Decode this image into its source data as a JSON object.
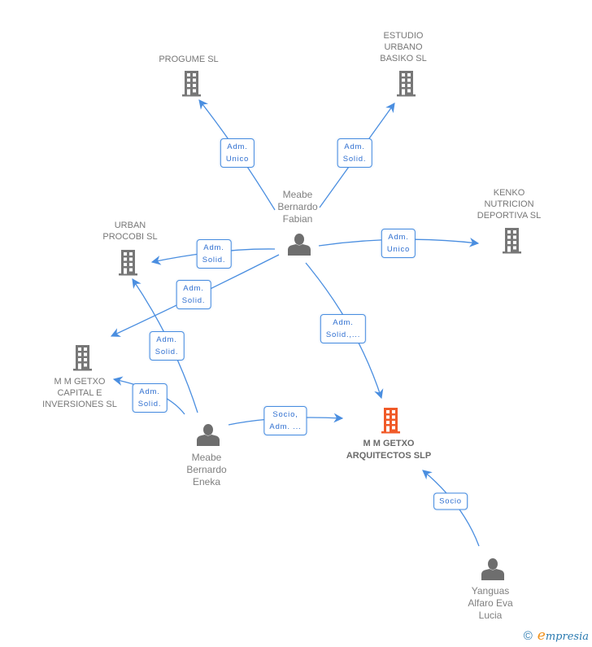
{
  "colors": {
    "edge": "#4a8ee0",
    "company_icon": "#777777",
    "main_company_icon": "#f05a28",
    "person_icon": "#6e6e6e",
    "label_text": "#2f6fd0"
  },
  "nodes": [
    {
      "id": "progume",
      "type": "company",
      "label": "PROGUME SL"
    },
    {
      "id": "estudio",
      "type": "company",
      "label": "ESTUDIO\nURBANO\nBASIKO SL"
    },
    {
      "id": "kenko",
      "type": "company",
      "label": "KENKO\nNUTRICION\nDEPORTIVA  SL"
    },
    {
      "id": "urban",
      "type": "company",
      "label": "URBAN\nPROCOBI SL"
    },
    {
      "id": "capital",
      "type": "company",
      "label": "M M GETXO\nCAPITAL E\nINVERSIONES SL"
    },
    {
      "id": "main",
      "type": "main-company",
      "label": "M M GETXO\nARQUITECTOS SLP"
    },
    {
      "id": "fabian",
      "type": "person",
      "label": "Meabe\nBernardo\nFabian"
    },
    {
      "id": "eneka",
      "type": "person",
      "label": "Meabe\nBernardo\nEneka"
    },
    {
      "id": "yanguas",
      "type": "person",
      "label": "Yanguas\nAlfaro Eva\nLucia"
    }
  ],
  "edges": [
    {
      "from": "fabian",
      "to": "progume",
      "label": "Adm.\nUnico"
    },
    {
      "from": "fabian",
      "to": "estudio",
      "label": "Adm.\nSolid."
    },
    {
      "from": "fabian",
      "to": "kenko",
      "label": "Adm.\nUnico"
    },
    {
      "from": "fabian",
      "to": "urban",
      "label": "Adm.\nSolid."
    },
    {
      "from": "fabian",
      "to": "capital",
      "label": "Adm.\nSolid."
    },
    {
      "from": "fabian",
      "to": "main",
      "label": "Adm.\nSolid.,..."
    },
    {
      "from": "eneka",
      "to": "urban",
      "label": "Adm.\nSolid."
    },
    {
      "from": "eneka",
      "to": "capital",
      "label": "Adm.\nSolid."
    },
    {
      "from": "eneka",
      "to": "main",
      "label": "Socio,\nAdm. ..."
    },
    {
      "from": "yanguas",
      "to": "main",
      "label": "Socio"
    }
  ],
  "footer": {
    "copyright_symbol": "©",
    "brand_initial": "e",
    "brand_rest": "mpresia"
  }
}
